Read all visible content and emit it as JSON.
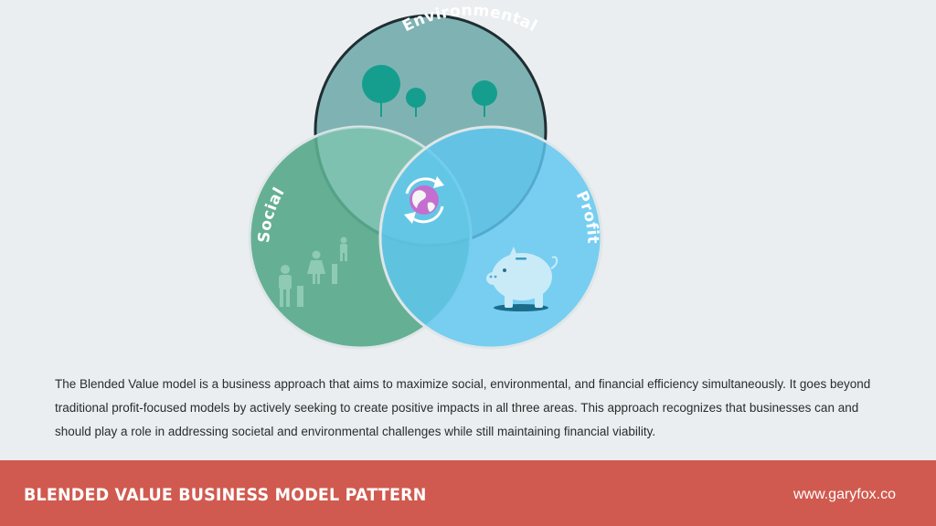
{
  "diagram": {
    "circles": [
      {
        "id": "environmental",
        "label": "Environmental",
        "color": "#7fb3b3"
      },
      {
        "id": "social",
        "label": "Social",
        "color": "#5aab8e"
      },
      {
        "id": "profit",
        "label": "Profit",
        "color": "#5ec7f0"
      }
    ],
    "center_icon": "globe-with-cycle-arrows-icon",
    "icons": {
      "environmental": "trees-icon",
      "social": "people-icon",
      "profit": "piggy-bank-icon"
    }
  },
  "description": "The Blended Value model is a business approach that aims to maximize social, environmental, and financial efficiency simultaneously. It goes beyond traditional profit-focused models by actively seeking to create positive impacts in all three areas. This approach recognizes that businesses can and should play a role in addressing societal and environmental challenges while still maintaining financial viability.",
  "footer": {
    "title": "BLENDED VALUE BUSINESS MODEL PATTERN",
    "site": "www.garyfox.co",
    "color": "#d05a4f"
  }
}
